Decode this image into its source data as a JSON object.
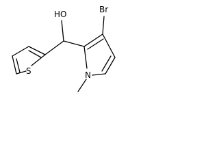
{
  "molecule": {
    "atoms": {
      "hydroxyl": "HO",
      "bromine": "Br",
      "sulfur": "S",
      "nitrogen": "N"
    }
  }
}
